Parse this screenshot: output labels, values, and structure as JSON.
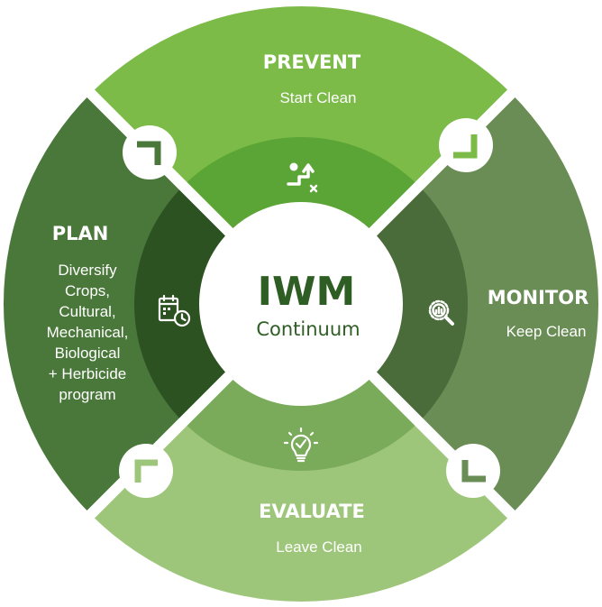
{
  "center": {
    "title": "IWM",
    "subtitle": "Continuum"
  },
  "segments": {
    "prevent": {
      "title": "PREVENT",
      "subtitle": "Start Clean",
      "icon": "staircase-progress-icon",
      "color": "#7cbb48"
    },
    "monitor": {
      "title": "MONITOR",
      "subtitle": "Keep Clean",
      "icon": "magnifier-chart-icon",
      "color": "#6a8d55"
    },
    "evaluate": {
      "title": "EVALUATE",
      "subtitle": "Leave Clean",
      "icon": "lightbulb-check-icon",
      "color": "#9ec67a"
    },
    "plan": {
      "title": "PLAN",
      "lines": [
        "Diversify",
        "Crops,",
        "Cultural,",
        "Mechanical,",
        "Biological",
        "+ Herbicide",
        "program"
      ],
      "icon": "calendar-clock-icon",
      "color": "#4a783a"
    }
  },
  "connector_icon": "corner-arrow-icon",
  "colors": {
    "ring_inner_top": "#5aa535",
    "ring_inner_right": "#4a6b3a",
    "ring_inner_bottom": "#7aab5a",
    "ring_inner_left": "#2d5222",
    "text_dark": "#2e5e23",
    "white": "#ffffff"
  }
}
